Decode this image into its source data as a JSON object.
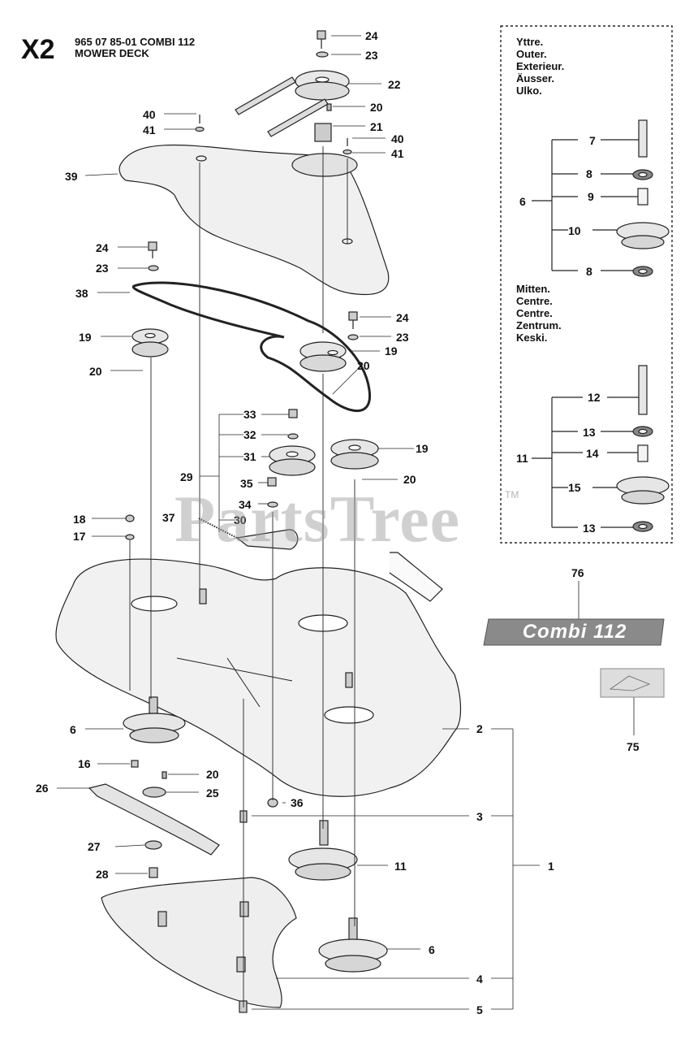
{
  "header": {
    "code": "X2",
    "line1": "965 07 85-01 COMBI 112",
    "line2": "MOWER DECK"
  },
  "inset": {
    "outer_lang": [
      "Yttre.",
      "Outer.",
      "Exterieur.",
      "Äusser.",
      "Ulko."
    ],
    "center_lang": [
      "Mitten.",
      "Centre.",
      "Centre.",
      "Zentrum.",
      "Keski."
    ]
  },
  "decal": {
    "text": "Combi 112",
    "color": "#8a8a8a"
  },
  "watermark": {
    "text": "PartsTree",
    "tm": "TM"
  },
  "callouts": {
    "c24a": "24",
    "c23a": "23",
    "c22": "22",
    "c20a": "20",
    "c21": "21",
    "c40a": "40",
    "c41a": "41",
    "c40b": "40",
    "c41b": "41",
    "c39": "39",
    "c24b": "24",
    "c23b": "23",
    "c38": "38",
    "c24c": "24",
    "c23c": "23",
    "c19a": "19",
    "c19b": "19",
    "c20b": "20",
    "c20c": "20",
    "c33": "33",
    "c32": "32",
    "c31": "31",
    "c29": "29",
    "c35": "35",
    "c34": "34",
    "c30": "30",
    "c37": "37",
    "c19c": "19",
    "c20d": "20",
    "c18": "18",
    "c17": "17",
    "c7": "7",
    "c8a": "8",
    "c6a": "6",
    "c9": "9",
    "c10": "10",
    "c8b": "8",
    "c12": "12",
    "c13a": "13",
    "c11a": "11",
    "c14": "14",
    "c15": "15",
    "c13b": "13",
    "c76": "76",
    "c75": "75",
    "c2": "2",
    "c6b": "6",
    "c16": "16",
    "c20e": "20",
    "c26": "26",
    "c25": "25",
    "c36": "36",
    "c3": "3",
    "c27": "27",
    "c1": "1",
    "c11b": "11",
    "c28": "28",
    "c6c": "6",
    "c4": "4",
    "c5": "5"
  }
}
